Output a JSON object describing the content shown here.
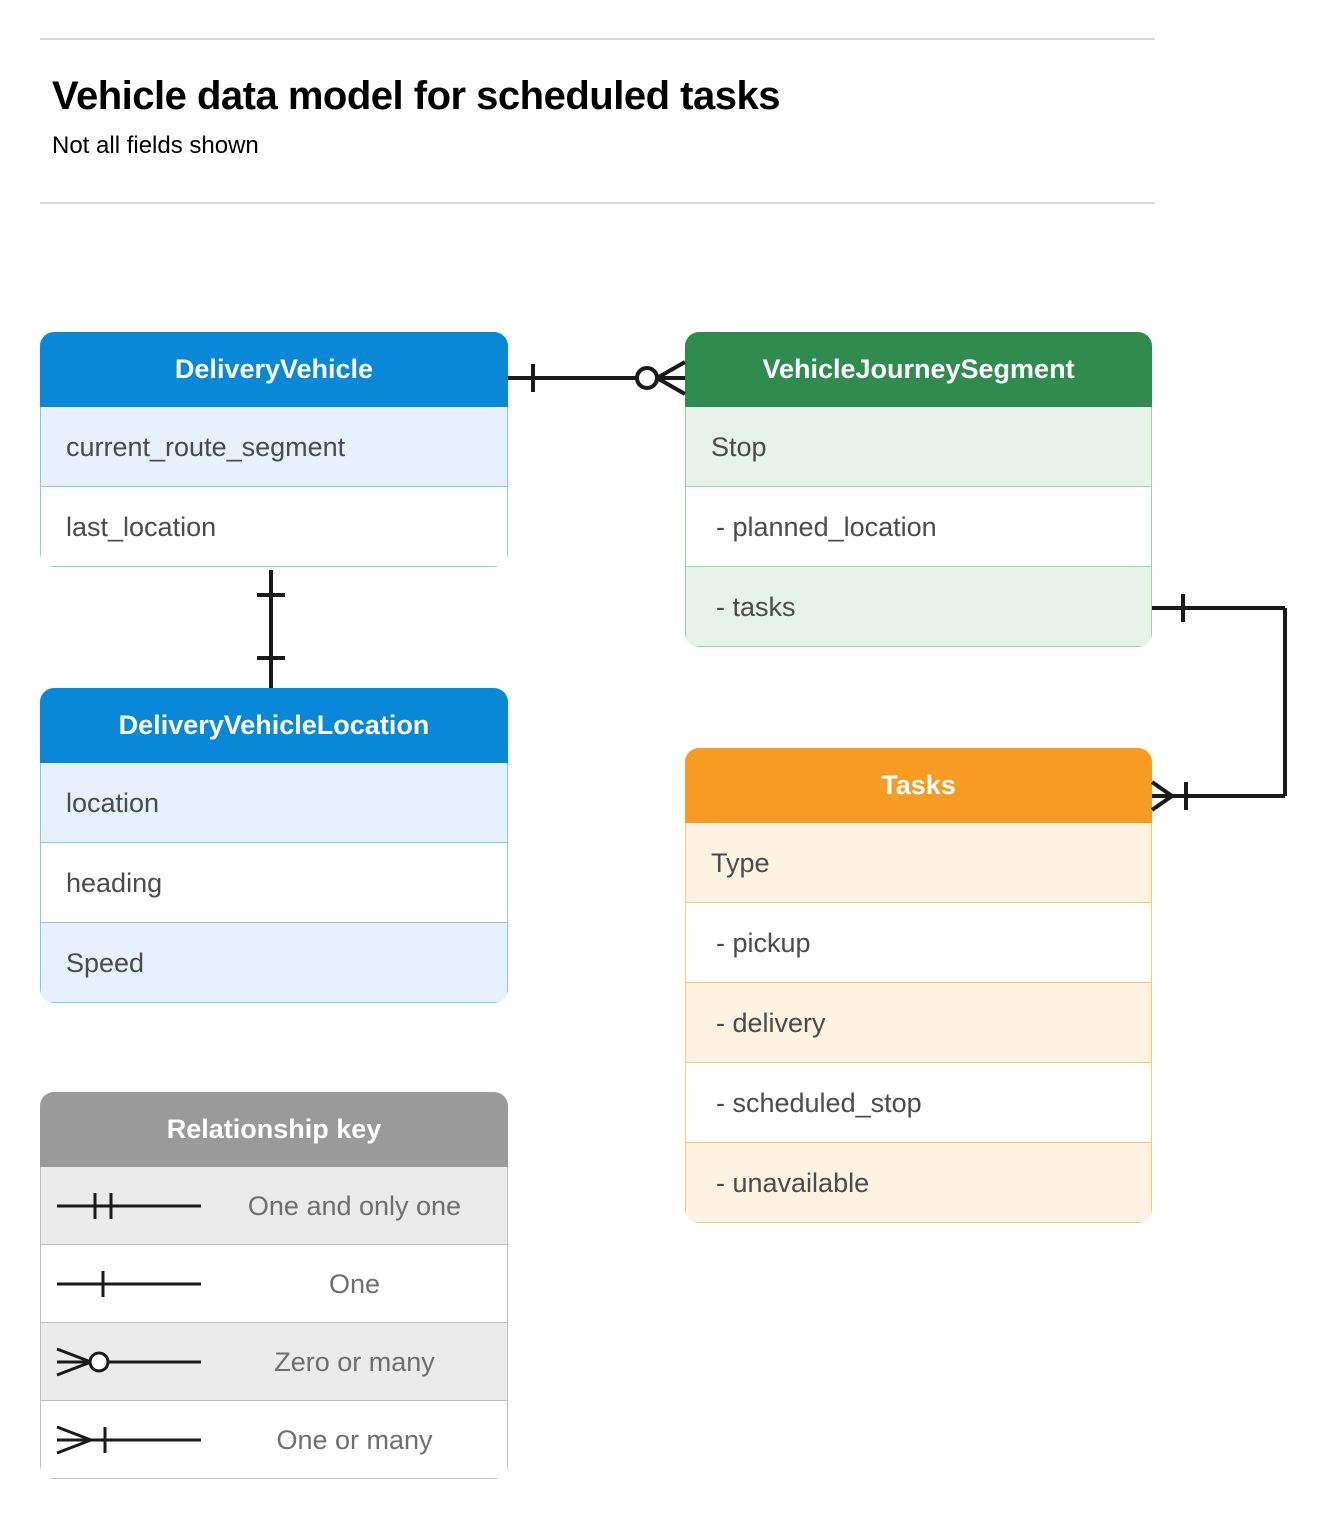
{
  "header": {
    "title": "Vehicle data model for scheduled tasks",
    "subtitle": "Not all fields shown"
  },
  "colors": {
    "blue": "#0888d6",
    "blue_row_alt": "#e7f1fb",
    "blue_border": "#8cc4ee",
    "green": "#2f8b4e",
    "green_row_alt": "#e6f2ea",
    "green_border": "#9dcfae",
    "orange": "#f79b22",
    "orange_row_alt": "#fdf3e0",
    "orange_border": "#f9c778",
    "grey": "#9a9a9a",
    "grey_row_alt": "#ebebeb",
    "grey_border": "#bdbdbd",
    "connector": "#1a1a1a",
    "rule": "#d6d8da",
    "field_text": "#4b4b4b",
    "legend_text": "#6e6e6e"
  },
  "entities": [
    {
      "id": "delivery-vehicle",
      "title": "DeliveryVehicle",
      "theme": "blue",
      "rows": [
        {
          "label": "current_route_segment",
          "alt": true,
          "indent": false
        },
        {
          "label": "last_location",
          "alt": false,
          "indent": false
        }
      ]
    },
    {
      "id": "vehicle-journey-segment",
      "title": "VehicleJourneySegment",
      "theme": "green",
      "rows": [
        {
          "label": "Stop",
          "alt": true,
          "indent": false
        },
        {
          "label": "-  planned_location",
          "alt": false,
          "indent": true
        },
        {
          "label": "- tasks",
          "alt": true,
          "indent": true
        }
      ]
    },
    {
      "id": "delivery-vehicle-location",
      "title": "DeliveryVehicleLocation",
      "theme": "blue",
      "rows": [
        {
          "label": "location",
          "alt": true,
          "indent": false
        },
        {
          "label": "heading",
          "alt": false,
          "indent": false
        },
        {
          "label": "Speed",
          "alt": true,
          "indent": false
        }
      ]
    },
    {
      "id": "tasks",
      "title": "Tasks",
      "theme": "orange",
      "rows": [
        {
          "label": "Type",
          "alt": true,
          "indent": false
        },
        {
          "label": "-  pickup",
          "alt": false,
          "indent": true
        },
        {
          "label": "-  delivery",
          "alt": true,
          "indent": true
        },
        {
          "label": "-  scheduled_stop",
          "alt": false,
          "indent": true
        },
        {
          "label": "-  unavailable",
          "alt": true,
          "indent": true
        }
      ]
    }
  ],
  "legend": {
    "title": "Relationship key",
    "items": [
      {
        "label": "One and only one",
        "symbol": "one-and-only-one",
        "alt": true
      },
      {
        "label": "One",
        "symbol": "one",
        "alt": false
      },
      {
        "label": "Zero or many",
        "symbol": "zero-or-many",
        "alt": true
      },
      {
        "label": "One or many",
        "symbol": "one-or-many",
        "alt": false
      }
    ]
  },
  "relationships": [
    {
      "id": "vehicle-to-journey-segment",
      "from": "DeliveryVehicle",
      "to": "VehicleJourneySegment",
      "from_cardinality": "One",
      "to_cardinality": "Zero or many"
    },
    {
      "id": "vehicle-to-vehicle-location",
      "from": "DeliveryVehicle",
      "to": "DeliveryVehicleLocation",
      "from_cardinality": "One",
      "to_cardinality": "One"
    },
    {
      "id": "journey-segment-tasks-to-tasks",
      "from": "VehicleJourneySegment.tasks",
      "to": "Tasks",
      "from_cardinality": "One",
      "to_cardinality": "One or many"
    }
  ]
}
